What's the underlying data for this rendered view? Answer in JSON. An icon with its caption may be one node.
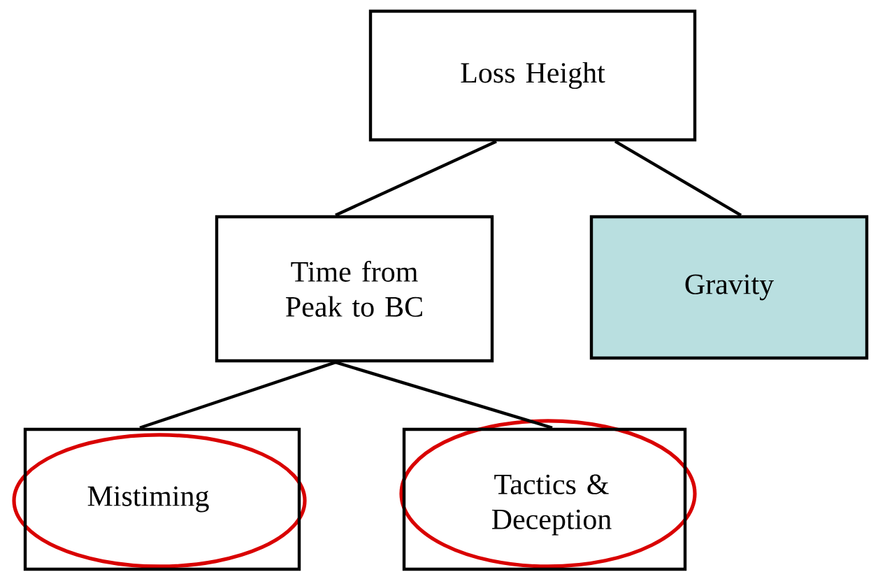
{
  "diagram": {
    "nodes": [
      {
        "text": [
          "Loss Height"
        ]
      },
      {
        "text": [
          "Time from Peak to BC"
        ]
      },
      {
        "text": [
          "Gravity"
        ]
      },
      {
        "text": [
          "Mistiming"
        ]
      },
      {
        "text": [
          "Tactics & Deception"
        ]
      }
    ],
    "edges": [
      {
        "from": 0,
        "to": 1,
        "arrow": "none"
      },
      {
        "from": 0,
        "to": 2,
        "arrow": "none"
      },
      {
        "from": 1,
        "to": 3,
        "arrow": "none"
      },
      {
        "from": 1,
        "to": 4,
        "arrow": "none"
      }
    ]
  }
}
